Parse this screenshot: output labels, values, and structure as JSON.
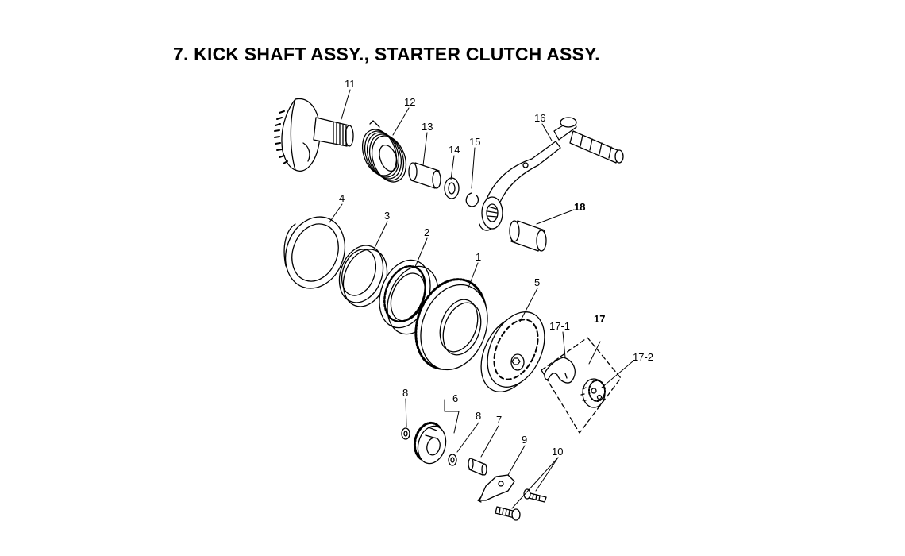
{
  "title": "7. KICK SHAFT ASSY., STARTER CLUTCH ASSY.",
  "labels": {
    "p1": "1",
    "p2": "2",
    "p3": "3",
    "p4": "4",
    "p5": "5",
    "p6": "6",
    "p7": "7",
    "p8a": "8",
    "p8b": "8",
    "p9": "9",
    "p10": "10",
    "p11": "11",
    "p12": "12",
    "p13": "13",
    "p14": "14",
    "p15": "15",
    "p16": "16",
    "p17": "17",
    "p17_1": "17-1",
    "p17_2": "17-2",
    "p18": "18"
  }
}
